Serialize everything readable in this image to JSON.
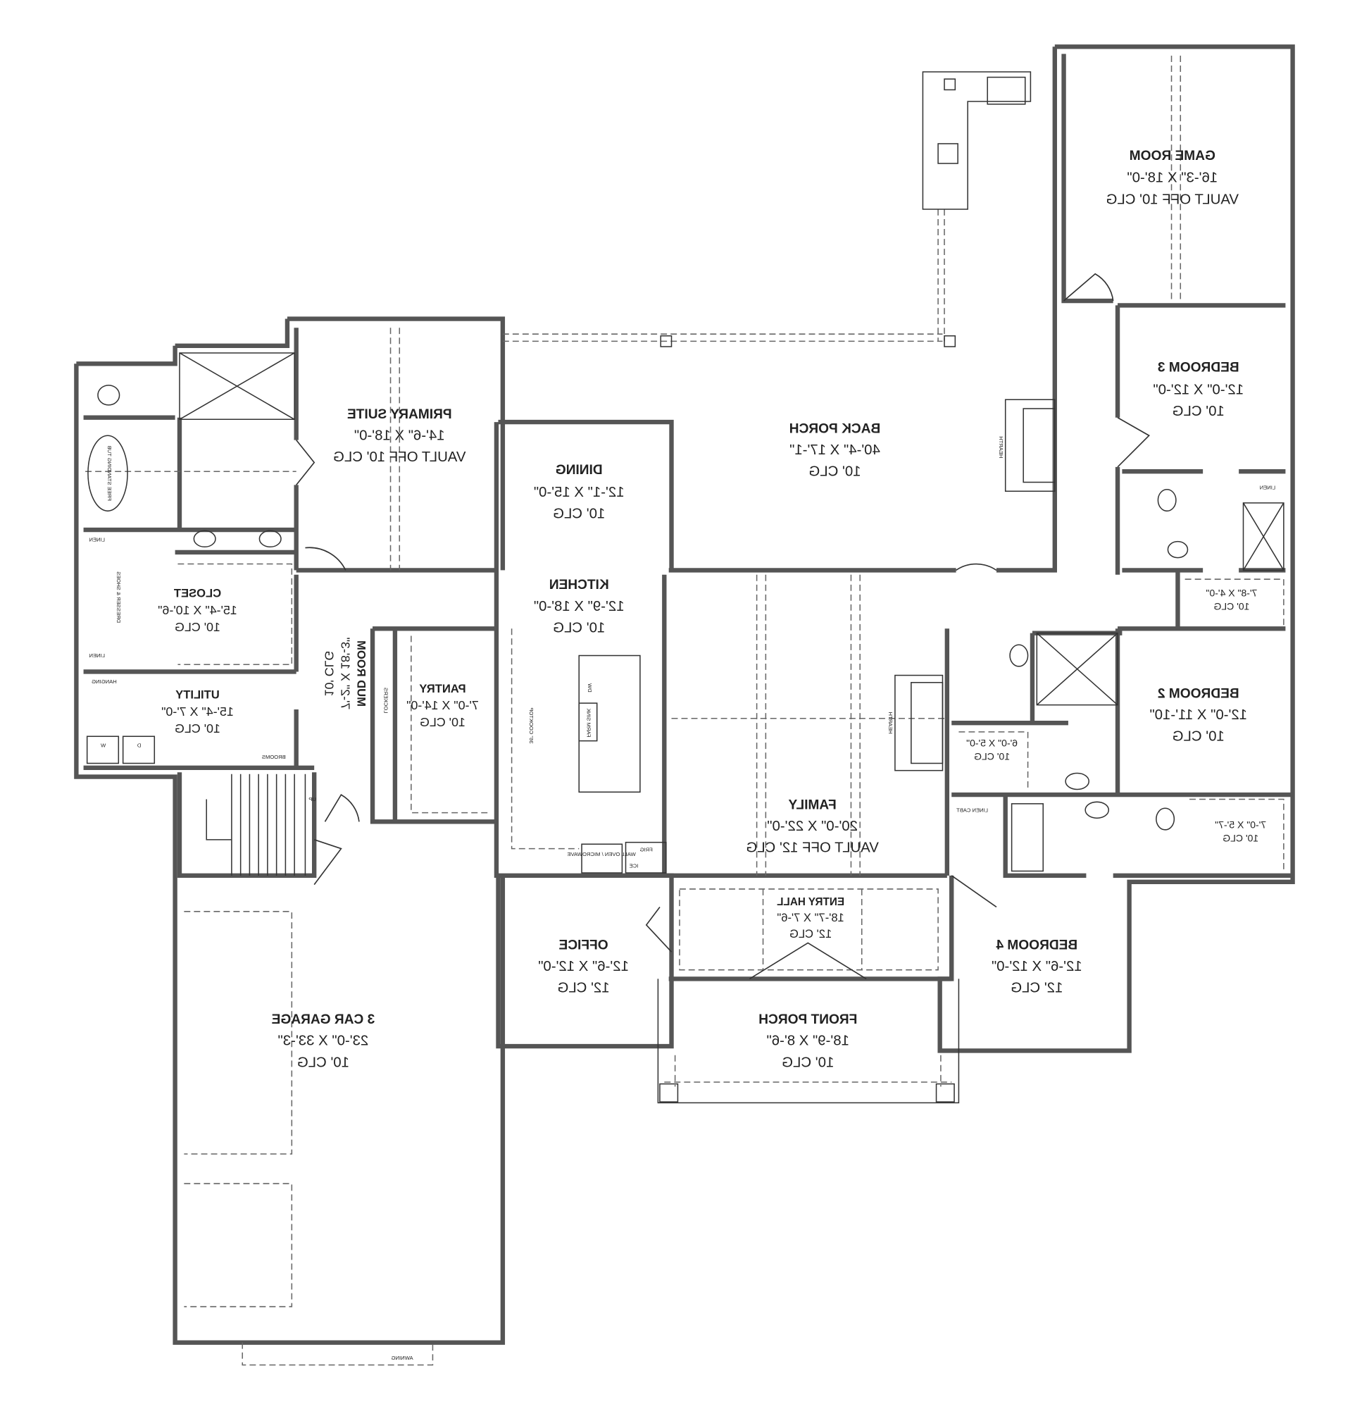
{
  "rooms": {
    "game_room": {
      "name": "GAME ROOM",
      "size": "16'-3\" X 18'-0\"",
      "ceiling": "VAULT OFF 10' CLG"
    },
    "bedroom3": {
      "name": "BEDROOM 3",
      "size": "12'-0\" X 12'-0\"",
      "ceiling": "10' CLG"
    },
    "back_porch": {
      "name": "BACK PORCH",
      "size": "40'-4\" X 17'-1\"",
      "ceiling": "10' CLG"
    },
    "primary_suite": {
      "name": "PRIMARY SUITE",
      "size": "14'-6\" X 18'-0\"",
      "ceiling": "VAULT OFF 10' CLG"
    },
    "dining": {
      "name": "DINING",
      "size": "12'-1\" X 15'-0\"",
      "ceiling": "10' CLG"
    },
    "kitchen": {
      "name": "KITCHEN",
      "size": "12'-9\" X 18'-0\"",
      "ceiling": "10' CLG"
    },
    "closet": {
      "name": "CLOSET",
      "size": "15'-4\" X 10'-6\"",
      "ceiling": "10' CLG"
    },
    "utility": {
      "name": "UTILITY",
      "size": "15'-4\" X 7'-0\"",
      "ceiling": "10' CLG"
    },
    "mud_room": {
      "name": "MUD ROOM",
      "size": "7'-2\" X 18'-3\"",
      "ceiling": "10' CLG"
    },
    "pantry": {
      "name": "PANTRY",
      "size": "7'-0\" X 14'-0\"",
      "ceiling": "10' CLG"
    },
    "bedroom2": {
      "name": "BEDROOM 2",
      "size": "12'-0\" X 11'-10\"",
      "ceiling": "10' CLG"
    },
    "family": {
      "name": "FAMILY",
      "size": "20'-0\" X 22'-0\"",
      "ceiling": "VAULT OFF 12' CLG"
    },
    "entry_hall": {
      "name": "ENTRY HALL",
      "size": "18'-7\" X 7'-6\"",
      "ceiling": "12' CLG"
    },
    "office": {
      "name": "OFFICE",
      "size": "12'-6\" X 12'-0\"",
      "ceiling": "12' CLG"
    },
    "bedroom4": {
      "name": "BEDROOM 4",
      "size": "12'-6\" X 12'-0\"",
      "ceiling": "12' CLG"
    },
    "garage": {
      "name": "3 CAR GARAGE",
      "size": "23'-0\" X 33'-3\"",
      "ceiling": "10' CLG"
    },
    "front_porch": {
      "name": "FRONT PORCH",
      "size": "18'-9\" X 8'-6\"",
      "ceiling": "10' CLG"
    },
    "bath3": {
      "size": "7'-8\" X 4'-0\"",
      "ceiling": "10' CLG"
    },
    "bath2": {
      "size": "6'-0\" X 5'-0\"",
      "ceiling": "10' CLG"
    },
    "bath4": {
      "size": "7'-0\" X 5'-7\"",
      "ceiling": "10' CLG"
    }
  },
  "fixtures": {
    "linen": "LINEN",
    "hanging": "HANGING",
    "brooms": "BROOMS",
    "lockers": "LOCKERS",
    "dresser": "DRESSER & SHOES",
    "tub": "FREE STANDING TUB",
    "linen_cabt": "LINEN CABT",
    "wall_oven": "WALL OVEN / MICROWAVE",
    "frig": "FRIG",
    "ice": "ICE",
    "hearth": "HEARTH",
    "awning": "AWNING",
    "washer": "W",
    "dryer": "D",
    "up": "UP",
    "farm_sink": "FARM SINK",
    "dw": "DW",
    "cooktop": "36\" COOKTOP"
  }
}
